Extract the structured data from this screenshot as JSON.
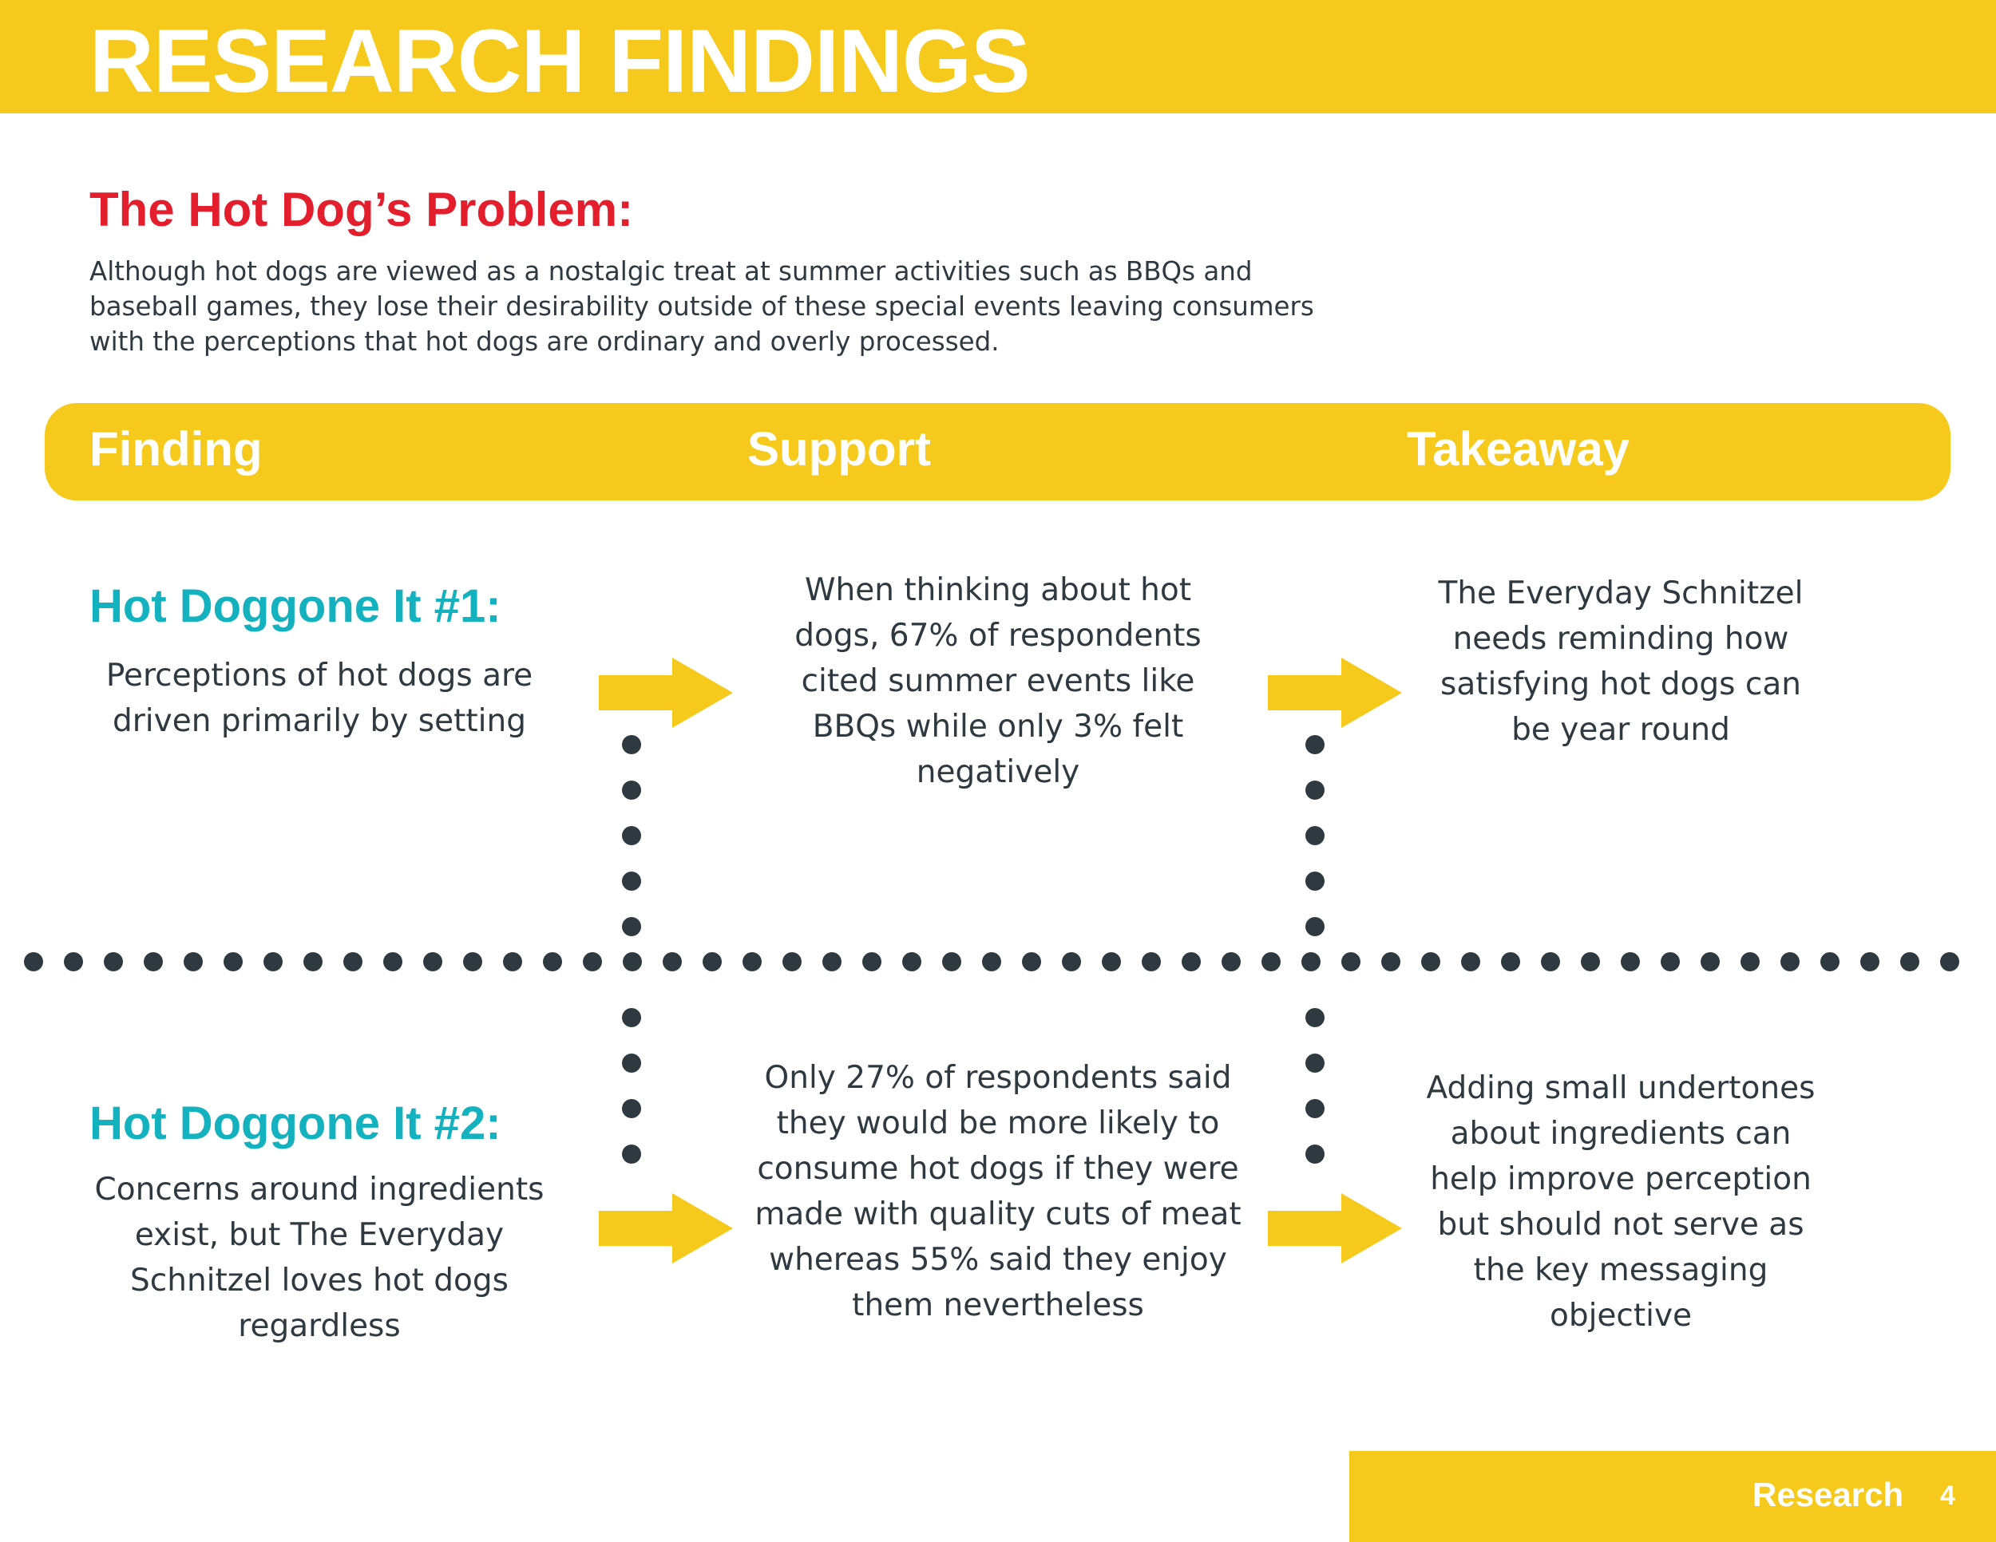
{
  "page": {
    "title": "RESEARCH FINDINGS",
    "footer_label": "Research",
    "page_number": "4"
  },
  "problem": {
    "heading": "The Hot Dog’s Problem:",
    "body": "Although hot dogs are viewed as a nostalgic treat at summer activities such as BBQs and baseball games, they lose their desirability outside of these special events leaving consumers with the perceptions that hot dogs are ordinary and overly processed."
  },
  "columns": {
    "finding": "Finding",
    "support": "Support",
    "takeaway": "Takeaway"
  },
  "rows": [
    {
      "title": "Hot Doggone It #1:",
      "finding": "Perceptions of hot dogs are driven primarily by setting",
      "support": "When thinking about hot dogs, 67% of respondents cited summer events like BBQs while only 3% felt negatively",
      "takeaway": "The Everyday Schnitzel needs reminding how satisfying hot dogs can be year round"
    },
    {
      "title": "Hot Doggone It #2:",
      "finding": "Concerns around ingredients exist, but The Everyday Schnitzel loves hot dogs regardless",
      "support": "Only 27% of respondents said they would be more likely to consume hot dogs if they were made with quality cuts of meat whereas 55% said they enjoy them nevertheless",
      "takeaway": "Adding small undertones about ingredients can help improve perception but should not serve as the key messaging objective"
    }
  ],
  "colors": {
    "accent_yellow": "#f6ca1c",
    "heading_red": "#e31e2d",
    "finding_teal": "#14b1bf",
    "body_text": "#2f3a40",
    "dots": "#2f3a40"
  },
  "icons": {
    "arrow": "right-arrow-icon",
    "separator": "dotted-line"
  }
}
